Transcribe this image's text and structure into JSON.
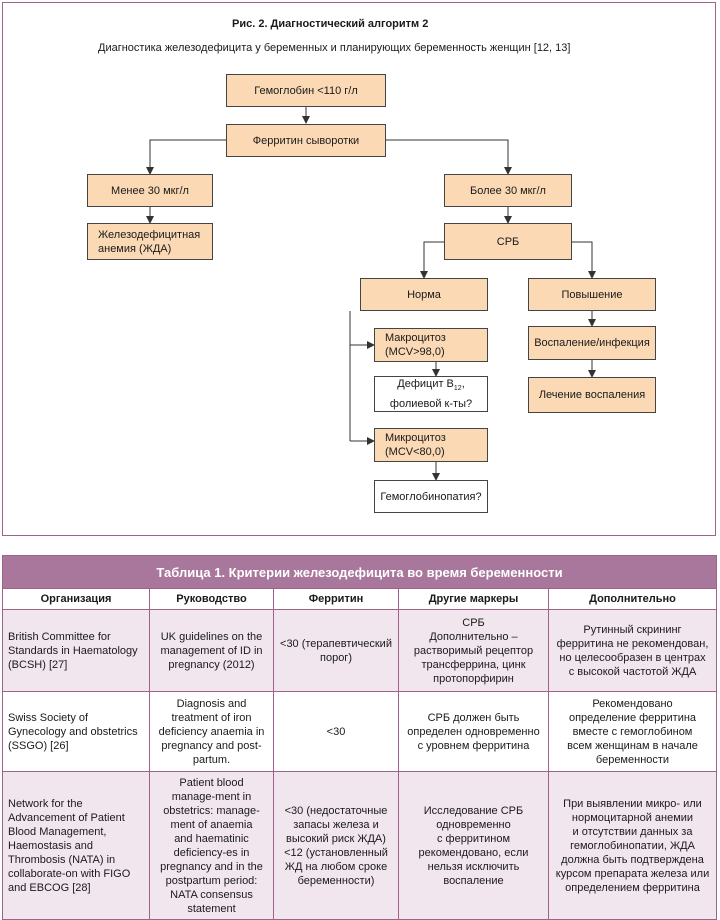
{
  "figure": {
    "title": "Рис. 2. Диагностический алгоритм 2",
    "subtitle": "Диагностика железодефицита у беременных и планирующих беременность женщин [12, 13]",
    "nodes": {
      "hb": "Гемоглобин <110 г/л",
      "ferritin": "Ферритин сыворотки",
      "less": "Менее 30 мкг/л",
      "ida": "Железодефицитная\nанемия (ЖДА)",
      "more": "Более 30 мкг/л",
      "crp": "СРБ",
      "norm": "Норма",
      "rise": "Повышение",
      "macro": "Макроцитоз\n(MCV>98,0)",
      "deficit_a": "Дефицит В",
      "deficit_sub": "12",
      "deficit_b": ",\nфолиевой к-ты?",
      "micro": "Микроцитоз\n(MCV<80,0)",
      "hgb": "Гемоглобинопатия?",
      "inflam": "Воспаление/инфекция",
      "treat": "Лечение воспаления"
    }
  },
  "table": {
    "caption": "Таблица 1. Критерии железодефицита во время беременности",
    "headers": [
      "Организация",
      "Руководство",
      "Ферритин",
      "Другие маркеры",
      "Дополнительно"
    ],
    "rows": [
      [
        "British Committee for\nStandards in Haematology\n(BCSH) [27]",
        "UK guidelines on the\nmanagement of ID in\npregnancy (2012)",
        "<30 (терапевтический\nпорог)",
        "СРБ\nДополнительно –\nрастворимый рецептор\nтрансферрина, цинк\nпротопорфирин",
        "Рутинный скрининг\nферритина не рекомендован,\nно целесообразен в центрах\nс высокой частотой ЖДА"
      ],
      [
        "Swiss Society of\nGynecology and obstetrics\n(SSGO) [26]",
        "Diagnosis and\ntreatment of iron\ndeficiency anaemia in\npregnancy and post-\npartum.",
        "<30",
        "СРБ должен быть\nопределен одновременно\nс уровнем ферритина",
        "Рекомендовано\nопределение ферритина\nвместе с гемоглобином\nвсем женщинам в начале\nбеременности"
      ],
      [
        "Network for the\nAdvancement of Patient\nBlood Management,\nHaemostasis and\nThrombosis (NATA) in\ncollaborate-on with FIGO\nand EBCOG [28]",
        "Patient blood\nmanage-ment in\nobstetrics: manage-\nment of anaemia\nand haematinic\ndeficiency-es in\npregnancy and in the\npostpartum period:\nNATA consensus\nstatement",
        "<30 (недостаточные\nзапасы железа и\nвысокий риск ЖДА)\n<12 (установленный\nЖД на любом сроке\nбеременности)",
        "Исследование СРБ\nодновременно\nс ферритином\nрекомендовано, если\nнельзя исключить\nвоспаление",
        "При выявлении микро- или\nнормоцитарной анемии\nи отсутствии данных за\nгемоглобинопатии, ЖДА\nдолжна быть подтверждена\nкурсом препарата железа или\nопределением ферритина"
      ]
    ]
  }
}
